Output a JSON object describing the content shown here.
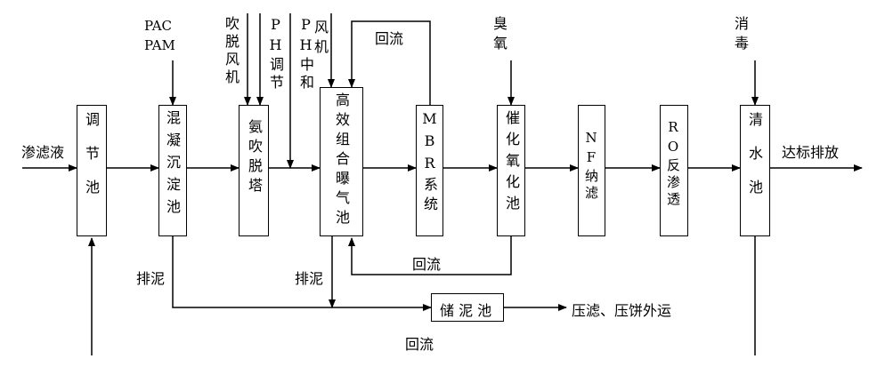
{
  "units": {
    "adjust_tank": "调节池",
    "coag_tank": "混凝沉淀池",
    "stripping_tower": "氨吹脱塔",
    "aeration_tank": "高效组合曝气池",
    "mbr": "MBR系统",
    "catalytic_oxidation": "催化氧化池",
    "nf": "NF纳滤",
    "ro": "RO反渗透",
    "clear_tank": "清水池",
    "sludge_tank": "储 泥 池"
  },
  "inputs": {
    "leachate": "渗滤液",
    "pac": "PAC",
    "pam": "PAM",
    "blower": "吹脱风机",
    "ph_adjust": "PH调节",
    "ph_neutral": "PH中和",
    "fan": "风机",
    "ozone": "臭氧",
    "disinfect": "消毒"
  },
  "labels": {
    "discharge": "达标排放",
    "sludge_left": "排泥",
    "sludge_mid": "排泥",
    "reflux_top": "回流",
    "reflux_mid": "回流",
    "reflux_bottom": "回流",
    "cake_out": "压滤、压饼外运"
  }
}
